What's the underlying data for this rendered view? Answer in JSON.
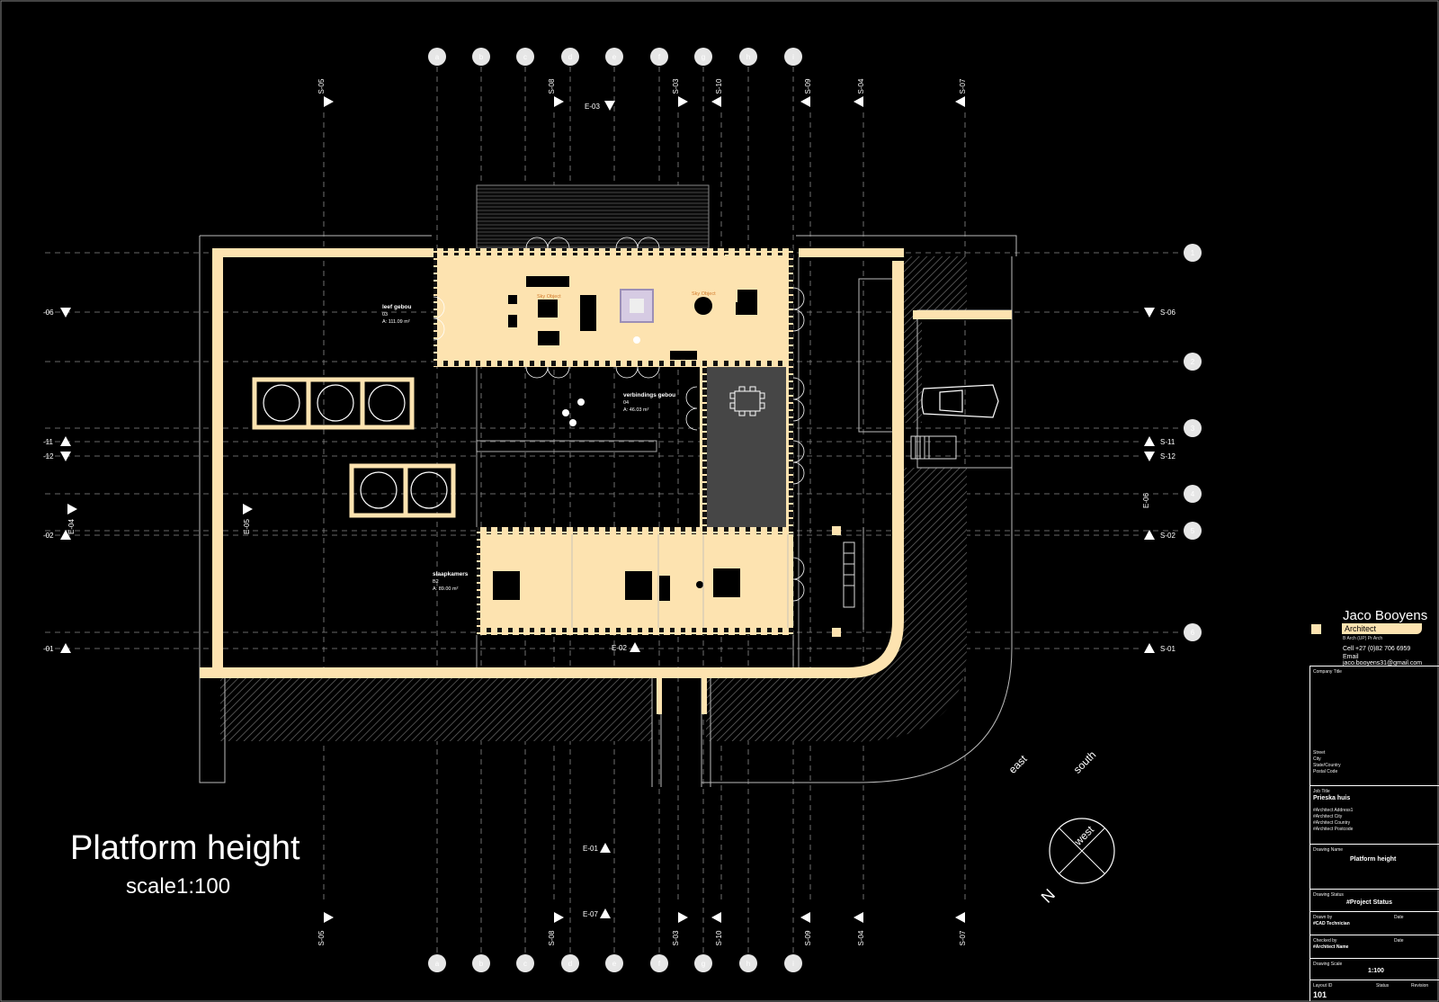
{
  "grid_columns": [
    "a",
    "b",
    "c",
    "d",
    "e",
    "f",
    "g",
    "h",
    "i"
  ],
  "grid_rows": [
    "1",
    "2",
    "3",
    "4",
    "5",
    "6"
  ],
  "vertical_sections": [
    "S-05",
    "S-08",
    "S-03",
    "S-10",
    "S-09",
    "S-04",
    "S-07"
  ],
  "horizontal_sections": [
    "S-06",
    "S-11",
    "S-12",
    "S-02",
    "S-01"
  ],
  "elevations": {
    "e01": "E-01",
    "e02": "E-02",
    "e03": "E-03",
    "e04": "E-04",
    "e05": "E-05",
    "e06": "E-06",
    "e07": "E-07"
  },
  "rooms": {
    "leef": {
      "name": "leef gebou",
      "number": "03",
      "area": "A:    111.09 m²"
    },
    "verbindings": {
      "name": "verbindings gebou",
      "number": "04",
      "area": "A:         46.03 m²"
    },
    "slaap": {
      "name": "slaapkamers",
      "number": "B2",
      "area": "A:         89.00 m²"
    },
    "sky1": "Sky Object",
    "sky2": "Sky Object"
  },
  "orientation": {
    "east": "east",
    "south": "south",
    "west": "west",
    "north": "N"
  },
  "drawing": {
    "title": "Platform height",
    "scale": "scale1:100"
  },
  "title_block": {
    "brand_first": "Jaco",
    "brand_last": "Booyens",
    "role": "Architect",
    "degree": "B Arch (UP) Pr Arch",
    "cell": "Cell  +27 (0)82 706 6959",
    "email": "Email  jaco.booyens31@gmail.com",
    "company_title_caption": "Company Title",
    "street": "Street",
    "city": "City",
    "state": "State/Country",
    "postal": "Postal Code",
    "job_title_caption": "Job Title",
    "job_title": "Prieska huis",
    "addr1": "#Architect Address1",
    "addr_city": "#Architect City",
    "addr_country": "#Architect Country",
    "addr_postcode": "#Architect Postcode",
    "drawing_name_caption": "Drawing Name",
    "drawing_name": "Platform height",
    "drawing_status_caption": "Drawing Status",
    "drawing_status": "#Project Status",
    "drawn_by_caption": "Drawn by",
    "drawn_by": "#CAD Technician",
    "date_caption": "Date",
    "checked_by_caption": "Checked by",
    "checked_by": "#Architect Name",
    "date_caption2": "Date",
    "scale_caption": "Drawing Scale",
    "scale": "1:100",
    "layout_caption": "Layout ID",
    "status_caption": "Status",
    "revision_caption": "Revision",
    "layout_id": "101"
  },
  "colors": {
    "wall": "#fde3b0",
    "floor": "#fde3b0",
    "dark_floor": "#464646",
    "line": "#ffffff",
    "bg": "#000000"
  }
}
